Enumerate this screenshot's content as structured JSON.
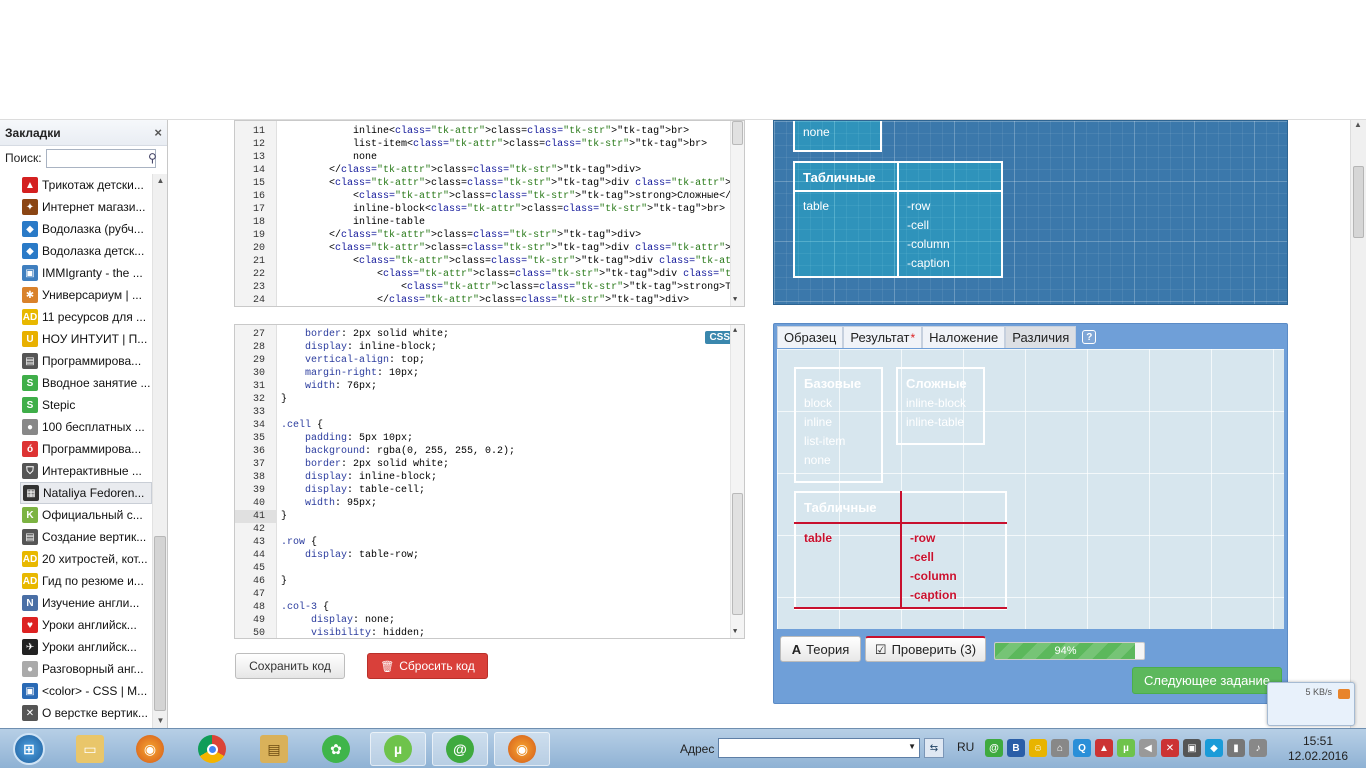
{
  "sidebar": {
    "title": "Закладки",
    "close": "×",
    "search_label": "Поиск:",
    "search_value": "",
    "items": [
      {
        "label": "Трикотаж детски...",
        "icon": "tshirt-icon",
        "color": "#d42020",
        "glyph": "▲"
      },
      {
        "label": "Интернет магази...",
        "icon": "clothing-icon",
        "color": "#8b4513",
        "glyph": "✦"
      },
      {
        "label": "Водолазка (рубч...",
        "icon": "page-icon",
        "color": "#2a7ac7",
        "glyph": "◆"
      },
      {
        "label": "Водолазка детск...",
        "icon": "page-icon",
        "color": "#2a7ac7",
        "glyph": "◆"
      },
      {
        "label": "IMMIgranty - the ...",
        "icon": "globe-icon",
        "color": "#3f7fbf",
        "glyph": "▣"
      },
      {
        "label": "Универсариум | ...",
        "icon": "star-icon",
        "color": "#d9822b",
        "glyph": "✱"
      },
      {
        "label": "11 ресурсов для ...",
        "icon": "ad-icon",
        "color": "#e8b800",
        "glyph": "AD"
      },
      {
        "label": "НОУ ИНТУИТ | П...",
        "icon": "shield-icon",
        "color": "#e8b000",
        "glyph": "U"
      },
      {
        "label": "Программирова...",
        "icon": "printer-icon",
        "color": "#555",
        "glyph": "▤"
      },
      {
        "label": "Вводное занятие ...",
        "icon": "stepik-icon",
        "color": "#3fae49",
        "glyph": "S"
      },
      {
        "label": "Stepic",
        "icon": "stepik-icon",
        "color": "#3fae49",
        "glyph": "S"
      },
      {
        "label": "100 бесплатных ...",
        "icon": "circle-icon",
        "color": "#888",
        "glyph": "●"
      },
      {
        "label": "Программирова...",
        "icon": "apple-icon",
        "color": "#d33",
        "glyph": "ó"
      },
      {
        "label": "Интерактивные ...",
        "icon": "shield-icon",
        "color": "#555",
        "glyph": "⛉"
      },
      {
        "label": "Nataliya Fedoren...",
        "icon": "page-icon",
        "color": "#333",
        "glyph": "▦"
      },
      {
        "label": "Официальный с...",
        "icon": "k-icon",
        "color": "#7cb342",
        "glyph": "K"
      },
      {
        "label": "Создание вертик...",
        "icon": "printer-icon",
        "color": "#555",
        "glyph": "▤"
      },
      {
        "label": "20 хитростей, кот...",
        "icon": "ad-icon",
        "color": "#e8b800",
        "glyph": "AD"
      },
      {
        "label": "Гид по резюме и...",
        "icon": "ad-icon",
        "color": "#e8b800",
        "glyph": "AD"
      },
      {
        "label": "Изучение англи...",
        "icon": "page-icon",
        "color": "#4a6fa5",
        "glyph": "N"
      },
      {
        "label": "Уроки английск...",
        "icon": "bird-icon",
        "color": "#d22",
        "glyph": "♥"
      },
      {
        "label": "Уроки английск...",
        "icon": "bird-icon",
        "color": "#222",
        "glyph": "✈"
      },
      {
        "label": "Разговорный анг...",
        "icon": "circle-icon",
        "color": "#aaa",
        "glyph": "●"
      },
      {
        "label": "<color> - CSS | M...",
        "icon": "page-icon",
        "color": "#2a6ab5",
        "glyph": "▣"
      },
      {
        "label": "О верстке вертик...",
        "icon": "tool-icon",
        "color": "#555",
        "glyph": "✕"
      }
    ]
  },
  "editor_html": {
    "line_numbers": [
      "11",
      "12",
      "13",
      "14",
      "15",
      "16",
      "17",
      "18",
      "19",
      "20",
      "21",
      "22",
      "23",
      "24"
    ],
    "lines": [
      "            inline<br>",
      "            list-item<br>",
      "            none",
      "        </div>",
      "        <div class=\"column\">",
      "            <strong>Сложные</strong><br>",
      "            inline-block<br>",
      "            inline-table",
      "        </div>",
      "        <div class=\"table\">",
      "            <div class=\"row\">",
      "                <div class=\"cell col-1\">",
      "                    <strong>Табличные</strong>",
      "                </div>"
    ]
  },
  "editor_css": {
    "badge": "CSS",
    "line_numbers": [
      "27",
      "28",
      "29",
      "30",
      "31",
      "32",
      "33",
      "34",
      "35",
      "36",
      "37",
      "38",
      "39",
      "40",
      "41",
      "42",
      "43",
      "44",
      "45",
      "46",
      "47",
      "48",
      "49",
      "50"
    ],
    "lines": [
      "    border: 2px solid white;",
      "    display: inline-block;",
      "    vertical-align: top;",
      "    margin-right: 10px;",
      "    width: 76px;",
      "}",
      "",
      ".cell {",
      "    padding: 5px 10px;",
      "    background: rgba(0, 255, 255, 0.2);",
      "    border: 2px solid white;",
      "    display: inline-block;",
      "    display: table-cell;",
      "    width: 95px;",
      "}",
      "",
      ".row {",
      "    display: table-row;",
      "",
      "}",
      "",
      ".col-3 {",
      "     display: none;",
      "     visibility: hidden;"
    ],
    "current_line": "41"
  },
  "buttons": {
    "save": "Сохранить код",
    "reset": "Сбросить код",
    "theory": "Теория",
    "check": "Проверить (3)",
    "next": "Следующее задание"
  },
  "preview_top": {
    "cell_none": "none",
    "header": "Табличные",
    "table_label": "table",
    "items": [
      "-row",
      "-cell",
      "-column",
      "-caption"
    ]
  },
  "tabs": [
    {
      "label": "Образец",
      "star": ""
    },
    {
      "label": "Результат",
      "star": "*"
    },
    {
      "label": "Наложение",
      "star": ""
    },
    {
      "label": "Различия",
      "star": ""
    }
  ],
  "help": "?",
  "diff": {
    "col1_header": "Базовые",
    "col1_items": [
      "block",
      "inline",
      "list-item",
      "none"
    ],
    "col2_header": "Сложные",
    "col2_items": [
      "inline-block",
      "inline-table"
    ],
    "table_header": "Табличные",
    "table_label": "table",
    "table_items": [
      "-row",
      "-cell",
      "-column",
      "-caption"
    ]
  },
  "progress": {
    "value": 0.94,
    "label": "94%"
  },
  "taskbar": {
    "address_label": "Адрес",
    "address_value": "",
    "lang": "RU",
    "time": "15:51",
    "date": "12.02.2016",
    "net_speed": "5 KB/s"
  },
  "colors": {
    "preview_bg": "#3b78ab",
    "panel_bg": "#6f9fd8",
    "reset_btn": "#d9403a",
    "next_btn": "#5cb85c",
    "progress": "#5cb85c"
  }
}
